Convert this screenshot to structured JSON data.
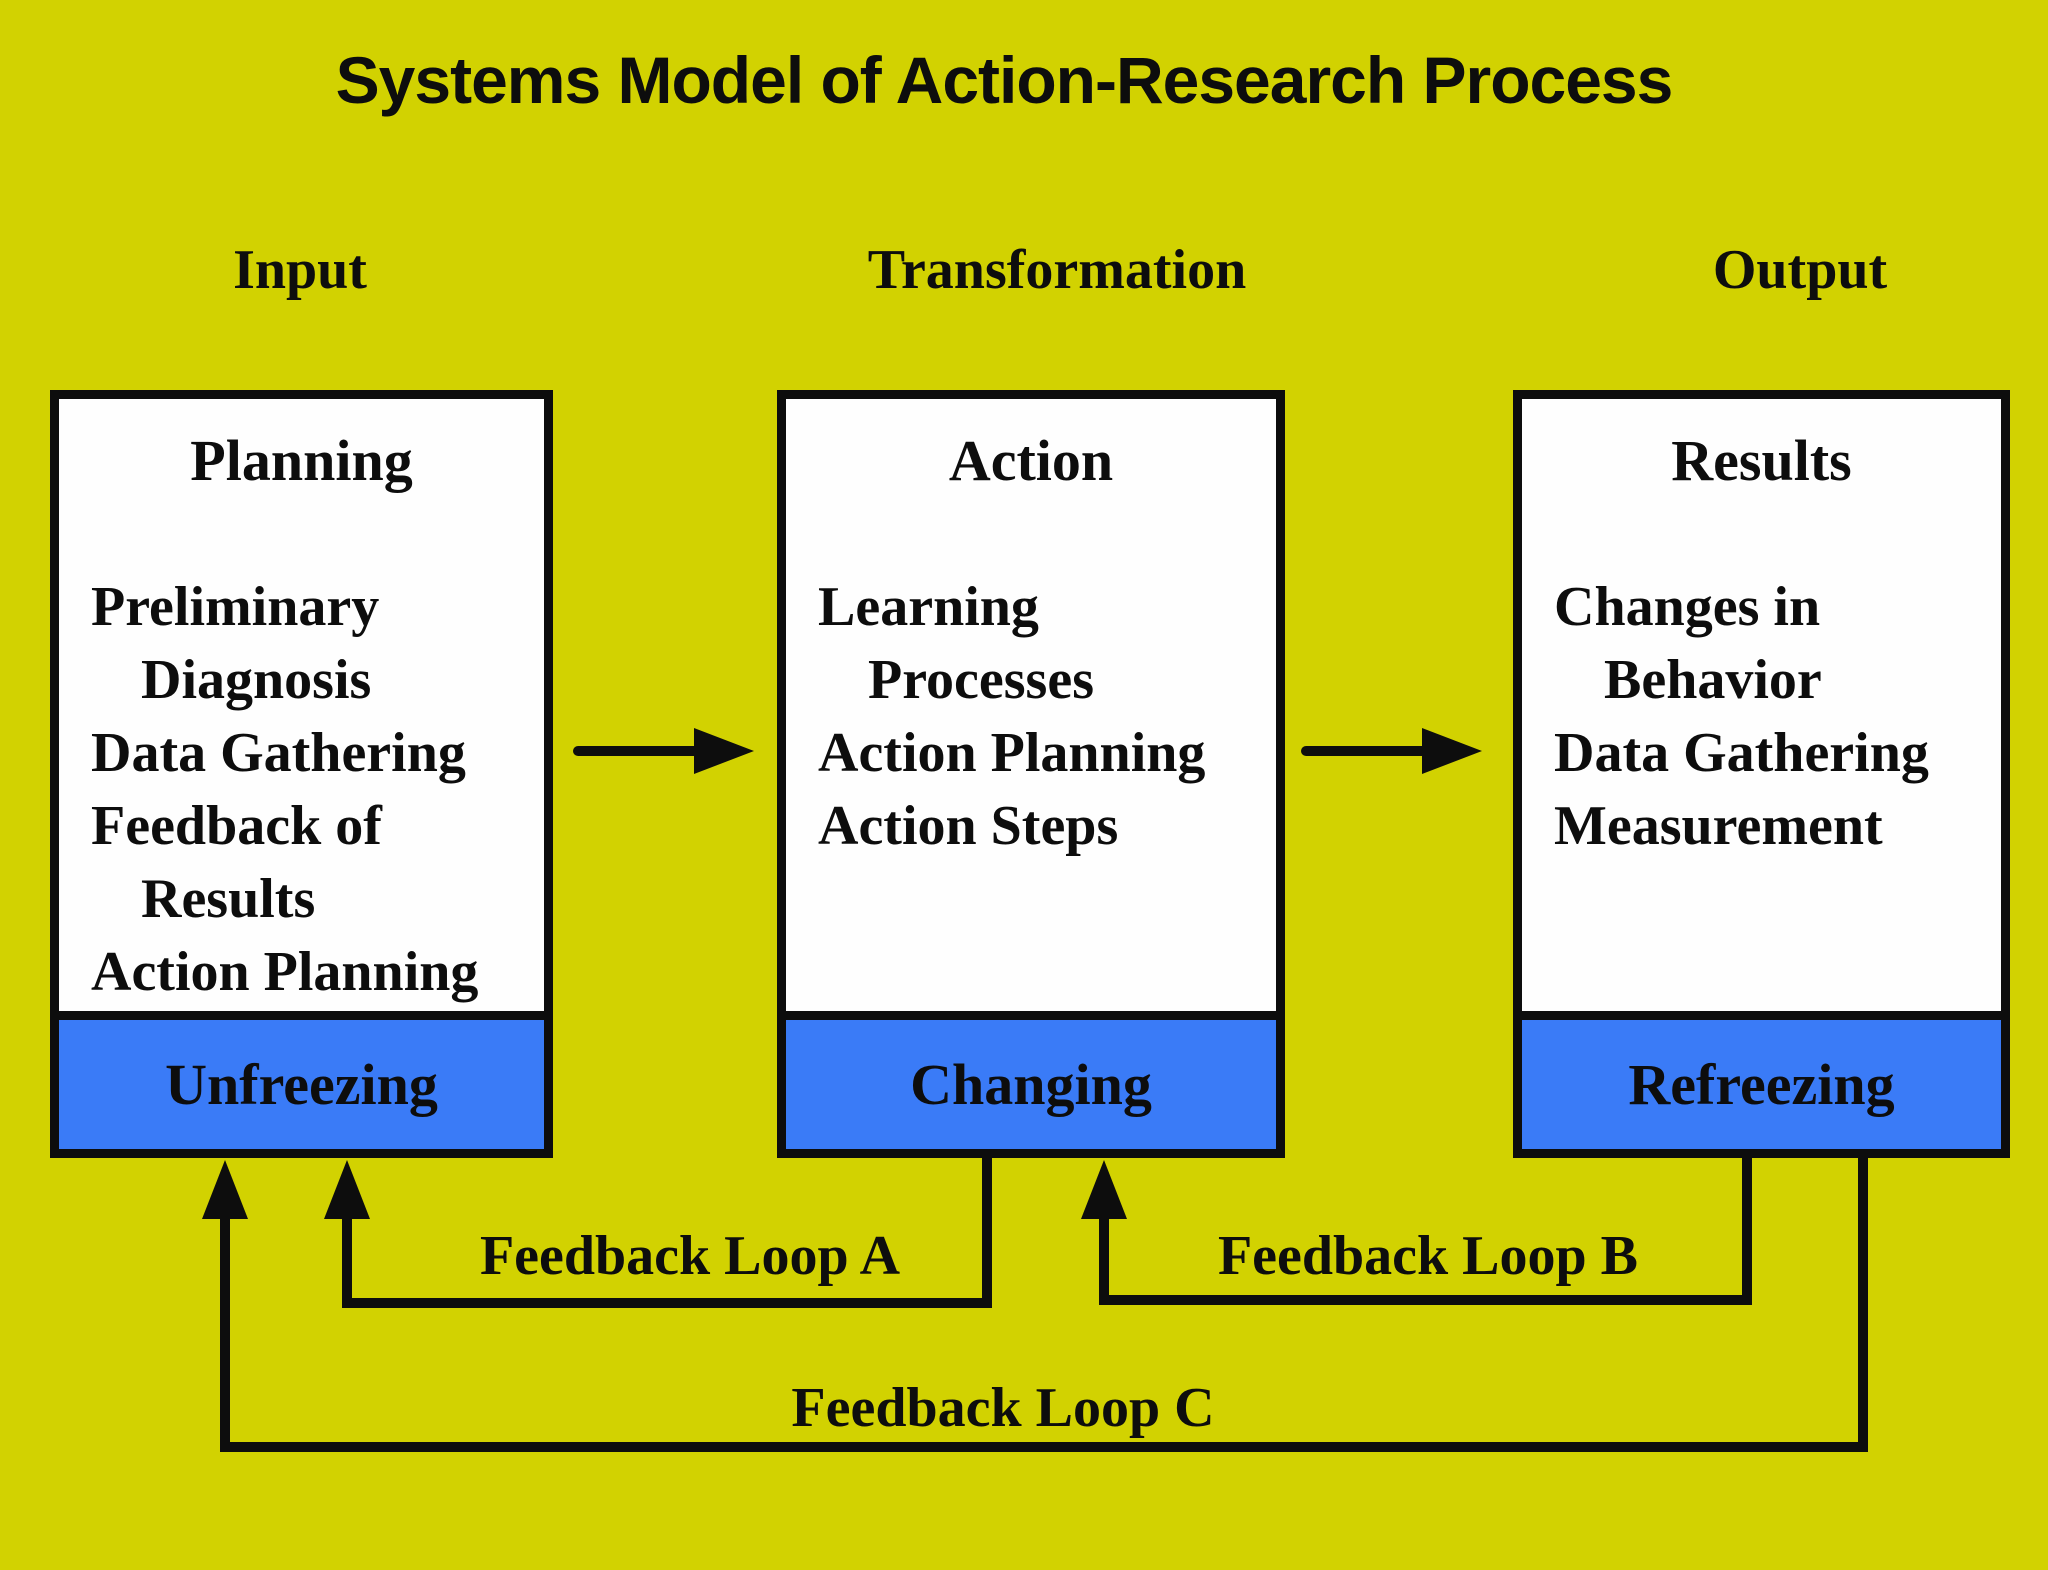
{
  "title": "Systems Model of Action-Research Process",
  "columns": [
    {
      "label": "Input"
    },
    {
      "label": "Transformation"
    },
    {
      "label": "Output"
    }
  ],
  "boxes": [
    {
      "title": "Planning",
      "lines": [
        "Preliminary",
        "Diagnosis",
        "Data Gathering",
        "Feedback of",
        "Results",
        "Action Planning"
      ],
      "stage": "Unfreezing"
    },
    {
      "title": "Action",
      "lines": [
        "Learning",
        "Processes",
        "Action Planning",
        "Action Steps"
      ],
      "stage": "Changing"
    },
    {
      "title": "Results",
      "lines": [
        "Changes in",
        "Behavior",
        "Data Gathering",
        "Measurement"
      ],
      "stage": "Refreezing"
    }
  ],
  "feedback_loops": [
    {
      "label": "Feedback Loop A"
    },
    {
      "label": "Feedback Loop B"
    },
    {
      "label": "Feedback Loop C"
    }
  ],
  "colors": {
    "background": "#d2d201",
    "stage_band_blue": "#3a7bf7",
    "box_white": "#fefefe",
    "line_black": "#0d0d0d"
  }
}
